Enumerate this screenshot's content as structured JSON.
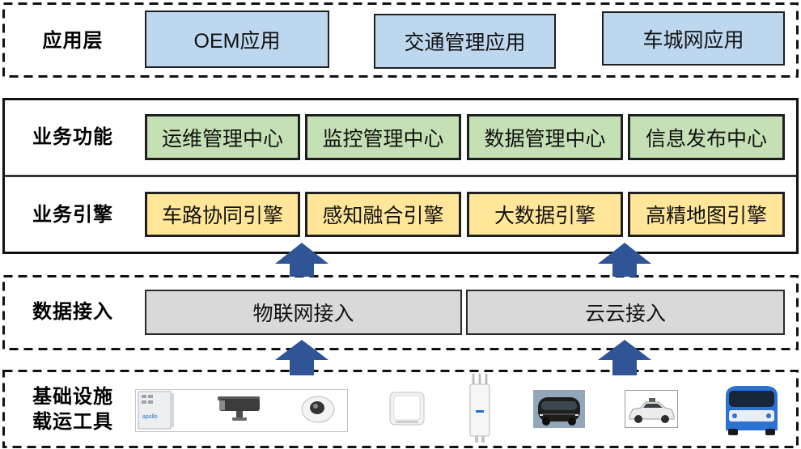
{
  "app_layer": {
    "label": "应用层",
    "items": [
      "OEM应用",
      "交通管理应用",
      "车城网应用"
    ]
  },
  "business_function": {
    "label": "业务功能",
    "items": [
      "运维管理中心",
      "监控管理中心",
      "数据管理中心",
      "信息发布中心"
    ]
  },
  "business_engine": {
    "label": "业务引擎",
    "items": [
      "车路协同引擎",
      "感知融合引擎",
      "大数据引擎",
      "高精地图引擎"
    ]
  },
  "data_access": {
    "label": "数据接入",
    "items": [
      "物联网接入",
      "云云接入"
    ]
  },
  "infrastructure": {
    "label_lines": [
      "基础设施",
      "载运工具"
    ],
    "devices": [
      {
        "icon": "roadside-cabinet",
        "logo_text": "apollo"
      },
      {
        "icon": "bullet-camera"
      },
      {
        "icon": "fisheye-camera"
      },
      {
        "icon": "edge-computing-box"
      },
      {
        "icon": "roadside-unit"
      },
      {
        "icon": "autonomous-shuttle"
      },
      {
        "icon": "autonomous-car"
      },
      {
        "icon": "autonomous-bus"
      }
    ]
  },
  "colors": {
    "app_box": "#bdd7ee",
    "function_box": "#c5e0b4",
    "engine_box": "#ffe699",
    "access_box": "#d9d9d9",
    "arrow": "#2f5597",
    "frame_line": "#111111"
  }
}
